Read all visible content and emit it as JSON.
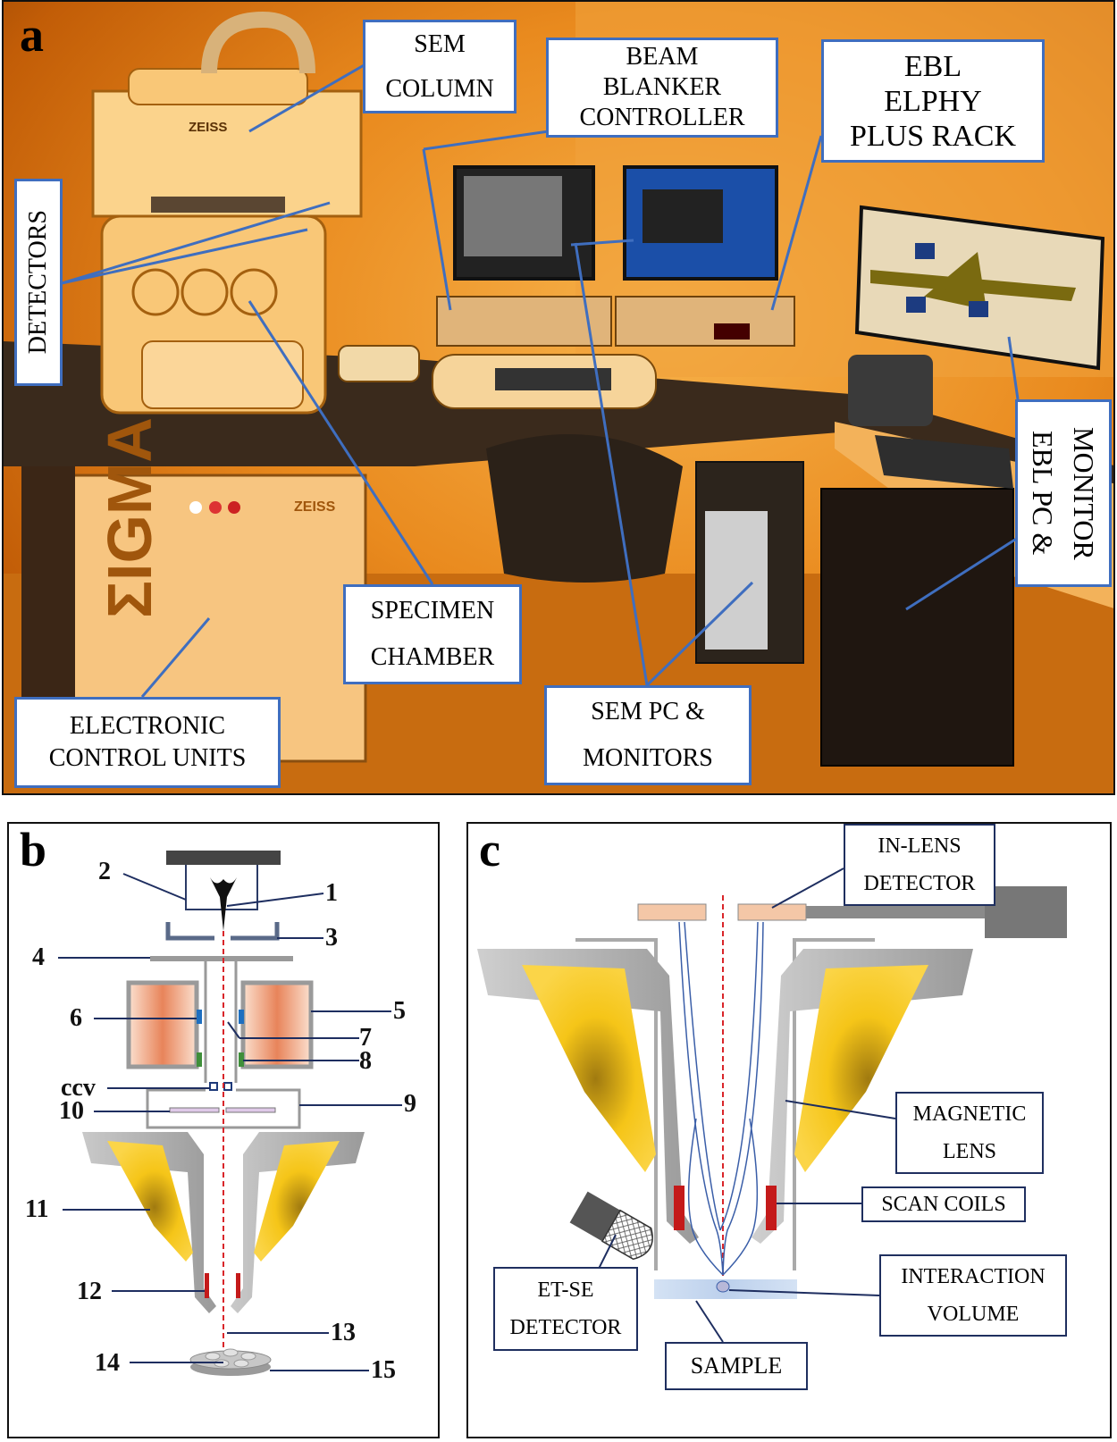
{
  "panel_a": {
    "letter": "a",
    "callouts": {
      "sem_column": [
        "SEM",
        "COLUMN"
      ],
      "beam_blanker": [
        "BEAM",
        "BLANKER",
        "CONTROLLER"
      ],
      "ebl_rack": [
        "EBL",
        "ELPHY",
        "PLUS RACK"
      ],
      "detectors": "DETECTORS",
      "ebl_pc": [
        "EBL PC &",
        "MONITOR"
      ],
      "specimen": [
        "SPECIMEN",
        "CHAMBER"
      ],
      "sem_pc": [
        "SEM PC &",
        "MONITORS"
      ],
      "electronic": [
        "ELECTRONIC",
        "CONTROL UNITS"
      ]
    },
    "machine_text": {
      "brand_column": "ZEISS",
      "brand_cabinet": "ZEISS",
      "cabinet_logo": "ΣIGMA"
    },
    "colors": {
      "callout_border": "#3f6ebf",
      "room_light": "#e98a1e"
    }
  },
  "panel_b": {
    "letter": "b",
    "labels": [
      "1",
      "2",
      "3",
      "4",
      "5",
      "6",
      "7",
      "8",
      "ccv",
      "9",
      "10",
      "11",
      "12",
      "13",
      "14",
      "15"
    ],
    "colors": {
      "beam": "#d9252a",
      "coil": "#e8845a",
      "lens_fill": "#f5c518",
      "scan_coil": "#c41a1a",
      "aperture_blue": "#1e6fc0",
      "aperture_green": "#3f8f3a"
    }
  },
  "panel_c": {
    "letter": "c",
    "boxes": {
      "inlens": [
        "IN-LENS",
        "DETECTOR"
      ],
      "magnetic": [
        "MAGNETIC",
        "LENS"
      ],
      "scan": "SCAN COILS",
      "etse": [
        "ET-SE",
        "DETECTOR"
      ],
      "interaction": [
        "INTERACTION",
        "VOLUME"
      ],
      "sample": "SAMPLE"
    },
    "colors": {
      "beam": "#d9252a",
      "electron_paths": "#3a5ea8",
      "detector_plate": "#f4c7a7",
      "box_border": "#1f2f5f"
    }
  }
}
